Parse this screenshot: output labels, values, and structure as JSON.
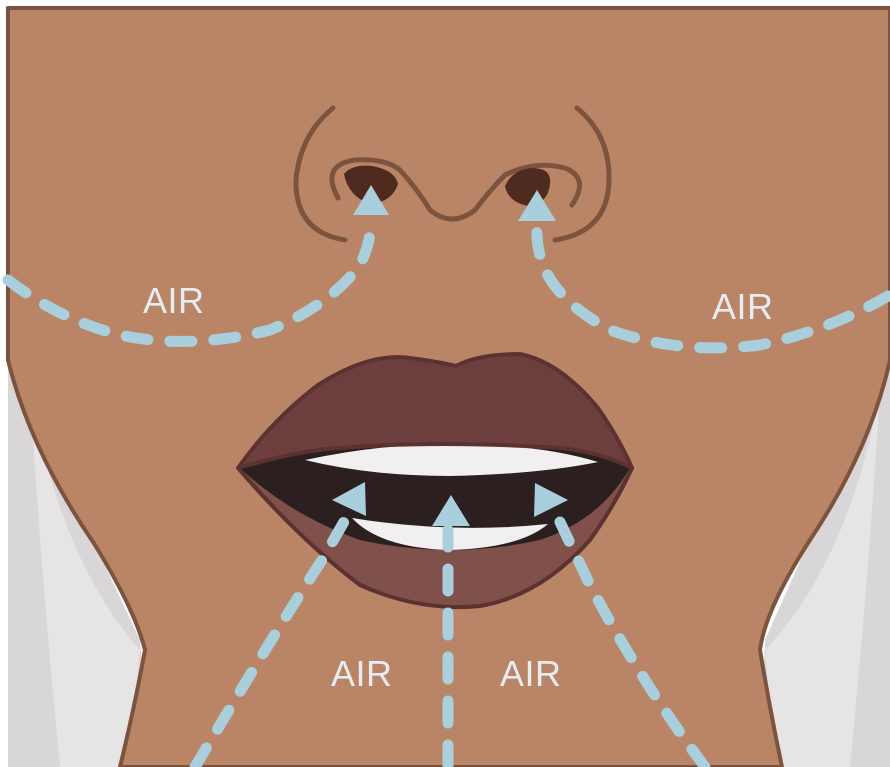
{
  "diagram": {
    "labels": {
      "left_cheek": "AIR",
      "right_cheek": "AIR",
      "chin_left": "AIR",
      "chin_right": "AIR"
    },
    "colors": {
      "skin": "#b98566",
      "outline": "#7c533e",
      "shadow": "#e6e4e5",
      "background_shade": "#d9d6d7",
      "nostril": "#4f2b1f",
      "lip_upper": "#6c3f3e",
      "lip_lower": "#80504a",
      "lip_outline": "#5b3230",
      "mouth_interior": "#2b1f20",
      "teeth": "#f1eff0",
      "airflow": "#a9cfdc"
    },
    "icons": {
      "airflow_arrow": "triangle-up-icon"
    }
  }
}
